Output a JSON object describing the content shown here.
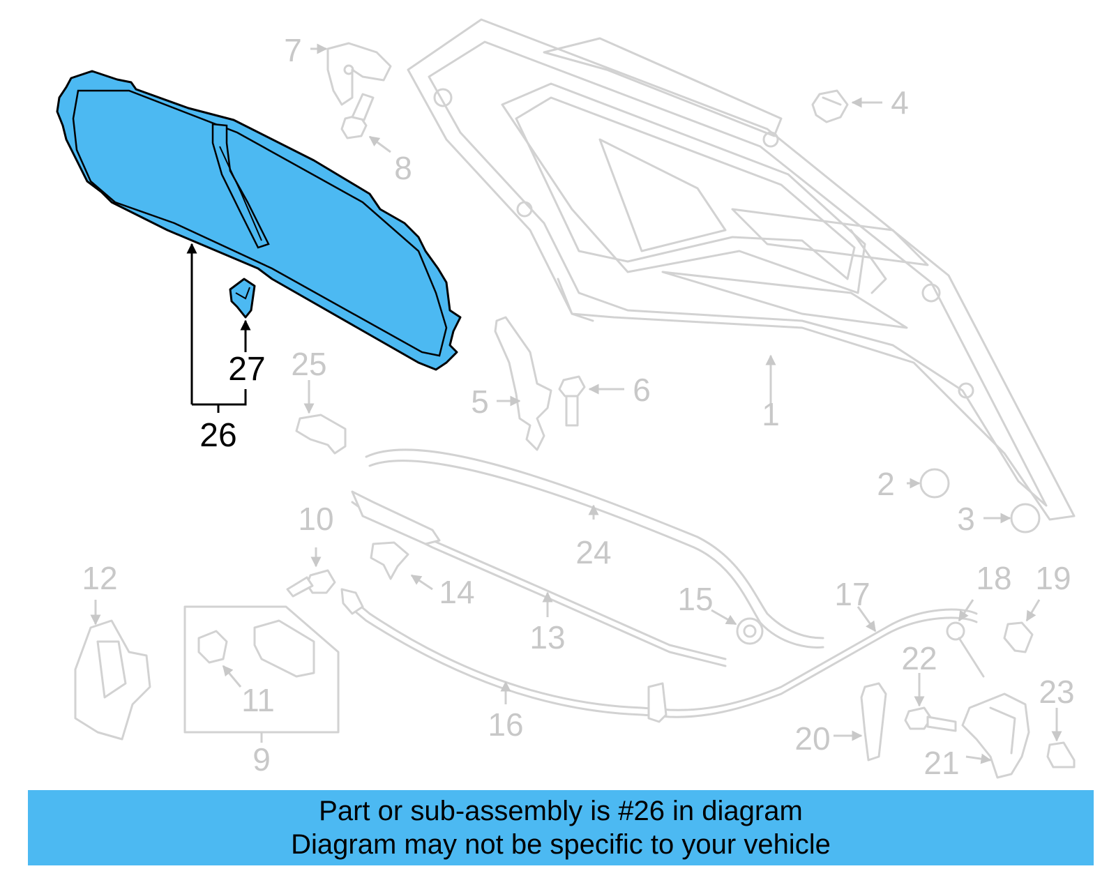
{
  "diagram": {
    "highlight_color": "#4cb9f2",
    "highlighted_part": "26",
    "callouts": [
      {
        "id": "1",
        "label": "1",
        "highlighted": false
      },
      {
        "id": "2",
        "label": "2",
        "highlighted": false
      },
      {
        "id": "3",
        "label": "3",
        "highlighted": false
      },
      {
        "id": "4",
        "label": "4",
        "highlighted": false
      },
      {
        "id": "5",
        "label": "5",
        "highlighted": false
      },
      {
        "id": "6",
        "label": "6",
        "highlighted": false
      },
      {
        "id": "7",
        "label": "7",
        "highlighted": false
      },
      {
        "id": "8",
        "label": "8",
        "highlighted": false
      },
      {
        "id": "9",
        "label": "9",
        "highlighted": false
      },
      {
        "id": "10",
        "label": "10",
        "highlighted": false
      },
      {
        "id": "11",
        "label": "11",
        "highlighted": false
      },
      {
        "id": "12",
        "label": "12",
        "highlighted": false
      },
      {
        "id": "13",
        "label": "13",
        "highlighted": false
      },
      {
        "id": "14",
        "label": "14",
        "highlighted": false
      },
      {
        "id": "15",
        "label": "15",
        "highlighted": false
      },
      {
        "id": "16",
        "label": "16",
        "highlighted": false
      },
      {
        "id": "17",
        "label": "17",
        "highlighted": false
      },
      {
        "id": "18",
        "label": "18",
        "highlighted": false
      },
      {
        "id": "19",
        "label": "19",
        "highlighted": false
      },
      {
        "id": "20",
        "label": "20",
        "highlighted": false
      },
      {
        "id": "21",
        "label": "21",
        "highlighted": false
      },
      {
        "id": "22",
        "label": "22",
        "highlighted": false
      },
      {
        "id": "23",
        "label": "23",
        "highlighted": false
      },
      {
        "id": "24",
        "label": "24",
        "highlighted": false
      },
      {
        "id": "25",
        "label": "25",
        "highlighted": false
      },
      {
        "id": "26",
        "label": "26",
        "highlighted": true
      },
      {
        "id": "27",
        "label": "27",
        "highlighted": true
      }
    ]
  },
  "banner": {
    "line1": "Part or sub-assembly is #26 in diagram",
    "line2": "Diagram may not be specific to your vehicle",
    "color": "#4cb9f2"
  }
}
